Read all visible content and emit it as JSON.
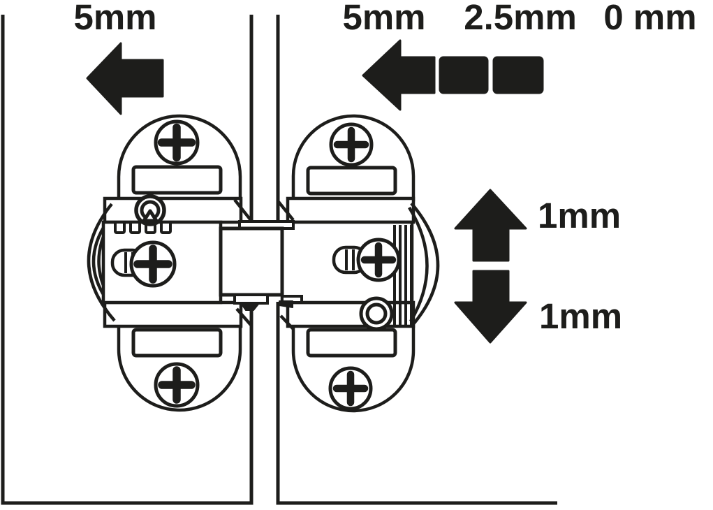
{
  "colors": {
    "ink": "#1d1d1b",
    "paper": "#ffffff"
  },
  "annotations": {
    "lateral_adjustment": {
      "label": "5mm",
      "icon": "arrow-left-solid"
    },
    "depth_adjustment": {
      "labels": [
        "5mm",
        "2.5mm",
        "0 mm"
      ],
      "icon": "arrow-left-dashed"
    },
    "height_adjustment": {
      "up_label": "1mm",
      "down_label": "1mm",
      "icons": [
        "arrow-up-solid",
        "arrow-down-solid"
      ]
    }
  }
}
